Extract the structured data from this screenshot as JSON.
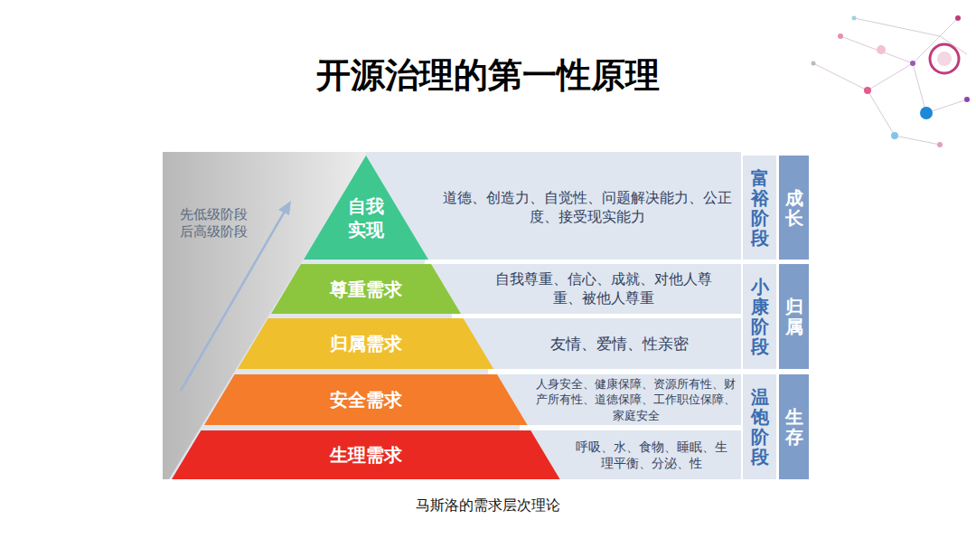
{
  "diagram": {
    "title": "开源治理的第一性原理",
    "caption": "马斯洛的需求层次理论",
    "nodes": [
      {
        "text": [
          "先低级阶段 后高级阶段"
        ]
      },
      {
        "text": [
          "自我实现"
        ]
      },
      {
        "text": [
          "尊重需求"
        ]
      },
      {
        "text": [
          "归属需求"
        ]
      },
      {
        "text": [
          "安全需求"
        ]
      },
      {
        "text": [
          "生理需求"
        ]
      },
      {
        "text": [
          "道德、创造力、自觉性、问题解决能力、公正度、接受现实能力"
        ]
      },
      {
        "text": [
          "自我尊重、信心、成就、对他人尊重、被他人尊重"
        ]
      },
      {
        "text": [
          "友情、爱情、性亲密"
        ]
      },
      {
        "text": [
          "人身安全、健康保障、资源所有性、财产所有性、道德保障、工作职位保障、家庭安全"
        ]
      },
      {
        "text": [
          "呼吸、水、食物、睡眠、生理平衡、分泌、性"
        ]
      },
      {
        "text": [
          "富裕阶段"
        ]
      },
      {
        "text": [
          "小康阶段"
        ]
      },
      {
        "text": [
          "温饱阶段"
        ]
      },
      {
        "text": [
          "成长"
        ]
      },
      {
        "text": [
          "归属"
        ]
      },
      {
        "text": [
          "生存"
        ]
      }
    ]
  }
}
